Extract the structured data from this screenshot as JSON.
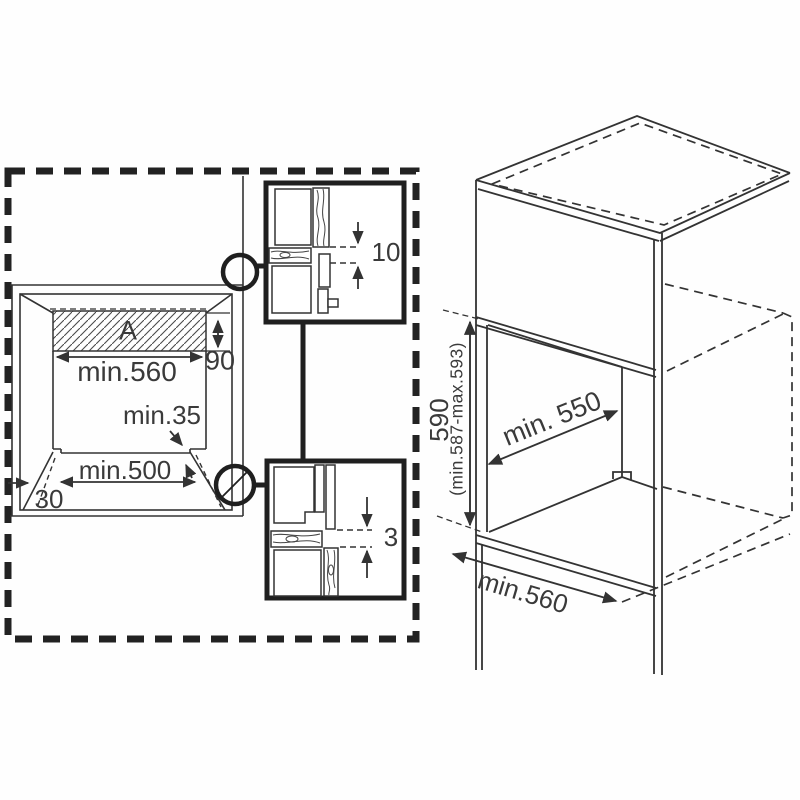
{
  "figure": {
    "description": "Built-in oven installation dimensions diagram",
    "front_view": {
      "area_label": "A",
      "top_width": "min.560",
      "vent_height": "90",
      "front_clearance": "min.35",
      "bottom_width": "min.500",
      "bottom_offset": "30"
    },
    "detail_top": {
      "gap": "10"
    },
    "detail_bottom": {
      "gap": "3"
    },
    "isometric_view": {
      "niche_height": "590",
      "niche_height_range": "(min.587-max.593)",
      "niche_depth": "min. 550",
      "niche_width": "min.560"
    }
  },
  "colors": {
    "line": "#333333",
    "heavy_line": "#1f1f1f",
    "background": "#ffffff"
  }
}
